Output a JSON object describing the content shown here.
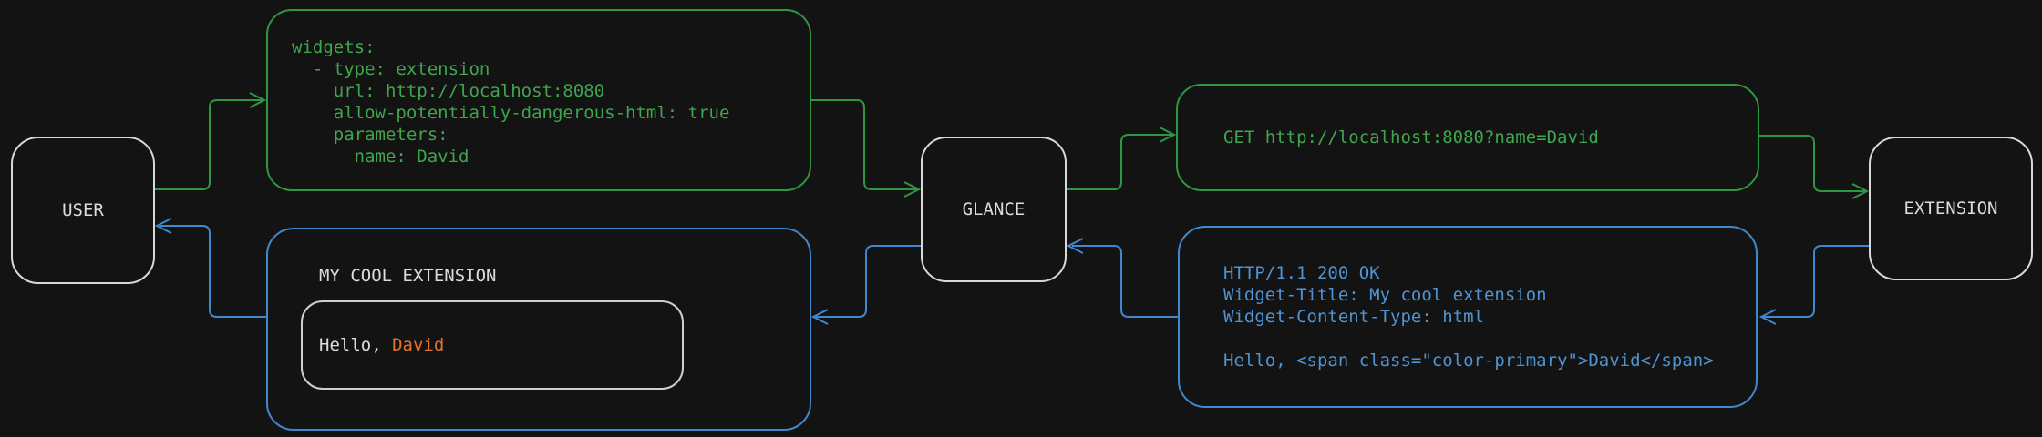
{
  "colors": {
    "background": "#131313",
    "green_line": "#2f9643",
    "green_text": "#3fa64d",
    "blue_line": "#4087cd",
    "blue_text": "#4e94d4",
    "node_border": "#d8d8d8",
    "node_text": "#dcdcdc",
    "inner_border": "#cfcfcf",
    "orange_text": "#e0722d"
  },
  "nodes": {
    "user": "USER",
    "glance": "GLANCE",
    "extension": "EXTENSION"
  },
  "config_yaml": {
    "lines": [
      "widgets:",
      "  - type: extension",
      "    url: http://localhost:8080",
      "    allow-potentially-dangerous-html: true",
      "    parameters:",
      "      name: David"
    ]
  },
  "request": {
    "text": "GET http://localhost:8080?name=David"
  },
  "response": {
    "lines": [
      "HTTP/1.1 200 OK",
      "Widget-Title: My cool extension",
      "Widget-Content-Type: html",
      "",
      "Hello, <span class=\"color-primary\">David</span>"
    ]
  },
  "widget": {
    "title": "MY COOL EXTENSION",
    "greeting_prefix": "Hello, ",
    "greeting_name": "David"
  }
}
